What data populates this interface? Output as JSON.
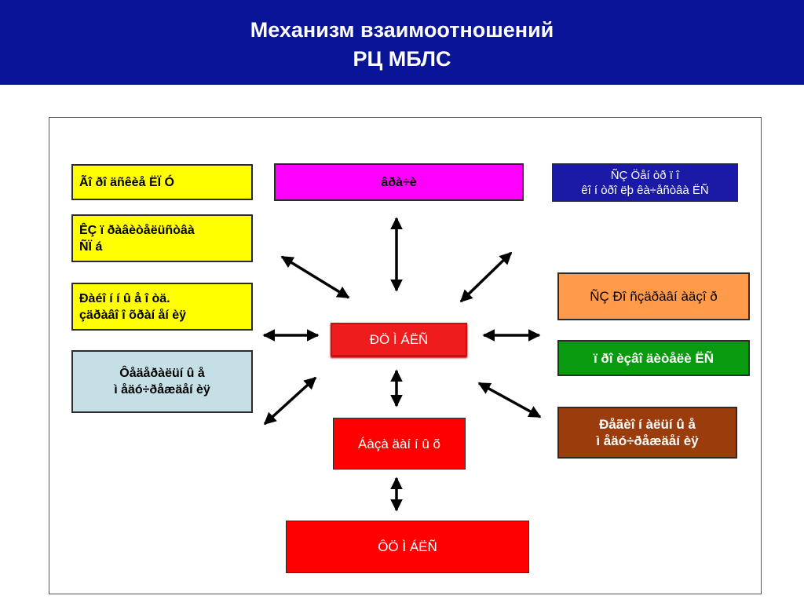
{
  "header": {
    "title_line1": "Механизм взаимоотношений",
    "title_line2": "РЦ МБЛС"
  },
  "colors": {
    "header_bg": "#0a1496",
    "yellow": "#ffff00",
    "magenta": "#ff00ff",
    "navy": "#1a1aa6",
    "light_blue": "#c4e0e6",
    "orange": "#ff9a4a",
    "green": "#0a9a10",
    "brown": "#9a3c0c",
    "red": "#ff0000"
  },
  "boxes": {
    "b1": "Ãî ðî äñêèå ËÏ Ó",
    "b2": "âðà÷è",
    "b3": "ÑÇ Öåí òð ï î\nêî í òðî ëþ  êà÷åñòâà ËÑ",
    "b4": "ÊÇ ï ðàâèòåëüñòâà\nÑÏ á",
    "b5": "Ðàéî í í û å î òä.\nçäðàâî î õðàí åí èÿ",
    "b6": "Ôåäåðàëüí û å\nì åäó÷ðåæäåí èÿ",
    "b7": "ÑÇ Ðî ñçäðàâí àäçî ð",
    "b8": "ÐÖ Ì  ÁËÑ",
    "b9": "ï ðî èçâî äèòåëè ËÑ",
    "b10": "Ðåãèî í àëüí û å\nì åäó÷ðåæäåí èÿ",
    "b11": "Áàçà äàí í û õ",
    "b12": "ÔÖ Ì  ÁËÑ"
  }
}
